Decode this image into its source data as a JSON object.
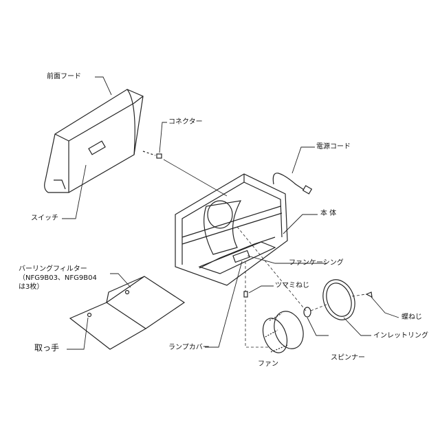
{
  "labels": {
    "front_hood": "前面フード",
    "connector": "コネクター",
    "power_cord": "電源コード",
    "switch": "スイッチ",
    "body": "本 体",
    "fan_casing": "ファンケーシング",
    "filter_line1": "バーリングフィルター",
    "filter_line2": "（NFG9B03、NFG9B04",
    "filter_line3": "は3枚）",
    "knob_screw": "ツマミねじ",
    "wing_screw": "蝶ねじ",
    "handle": "取っ手",
    "lamp_cover": "ランプカバー",
    "inlet_ring": "インレットリング",
    "spinner": "スピンナー",
    "fan": "ファン"
  },
  "colors": {
    "line": "#222222"
  }
}
